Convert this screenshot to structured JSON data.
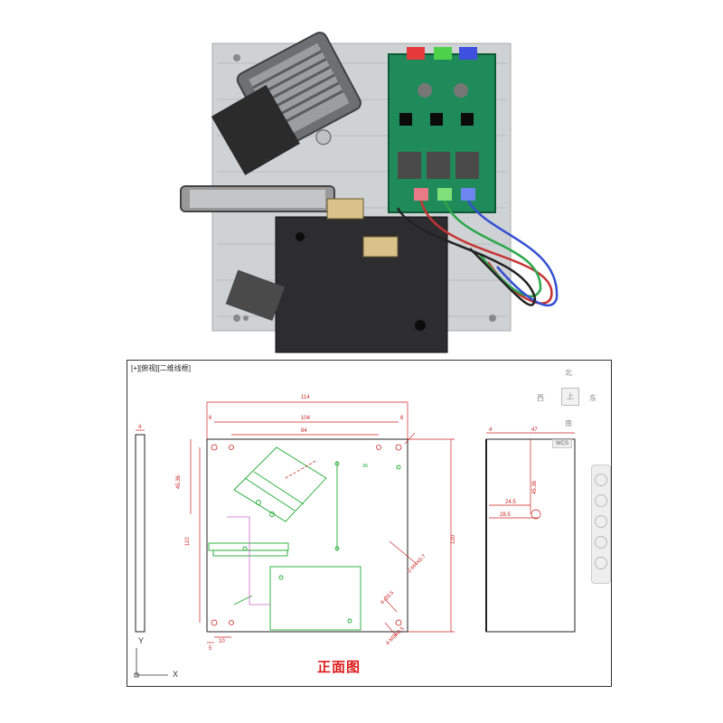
{
  "viewport_label": "[+][俯视][二维线框]",
  "caption": "正面图",
  "compass": {
    "north": "北",
    "top": "上",
    "west": "西",
    "east": "东",
    "south": "南"
  },
  "wcs_label": "WCS",
  "axes": {
    "x": "X",
    "y": "Y"
  },
  "front_dims": {
    "d114": "114",
    "d104": "104",
    "d84": "84",
    "d6a": "6",
    "d6b": "6",
    "d4536": "45.36",
    "d110": "110",
    "d120": "120",
    "d5": "5",
    "d10": "10",
    "d36": "36",
    "hole1": "2-M4X0.7",
    "hole2": "4-Ø3.5",
    "hole3": "4-M3X0.5"
  },
  "side_dims": {
    "d4": "4",
    "d47": "47",
    "d4536": "45.36",
    "d245": "24.5",
    "d285": "28.5"
  },
  "left_dims": {
    "d4": "4"
  }
}
